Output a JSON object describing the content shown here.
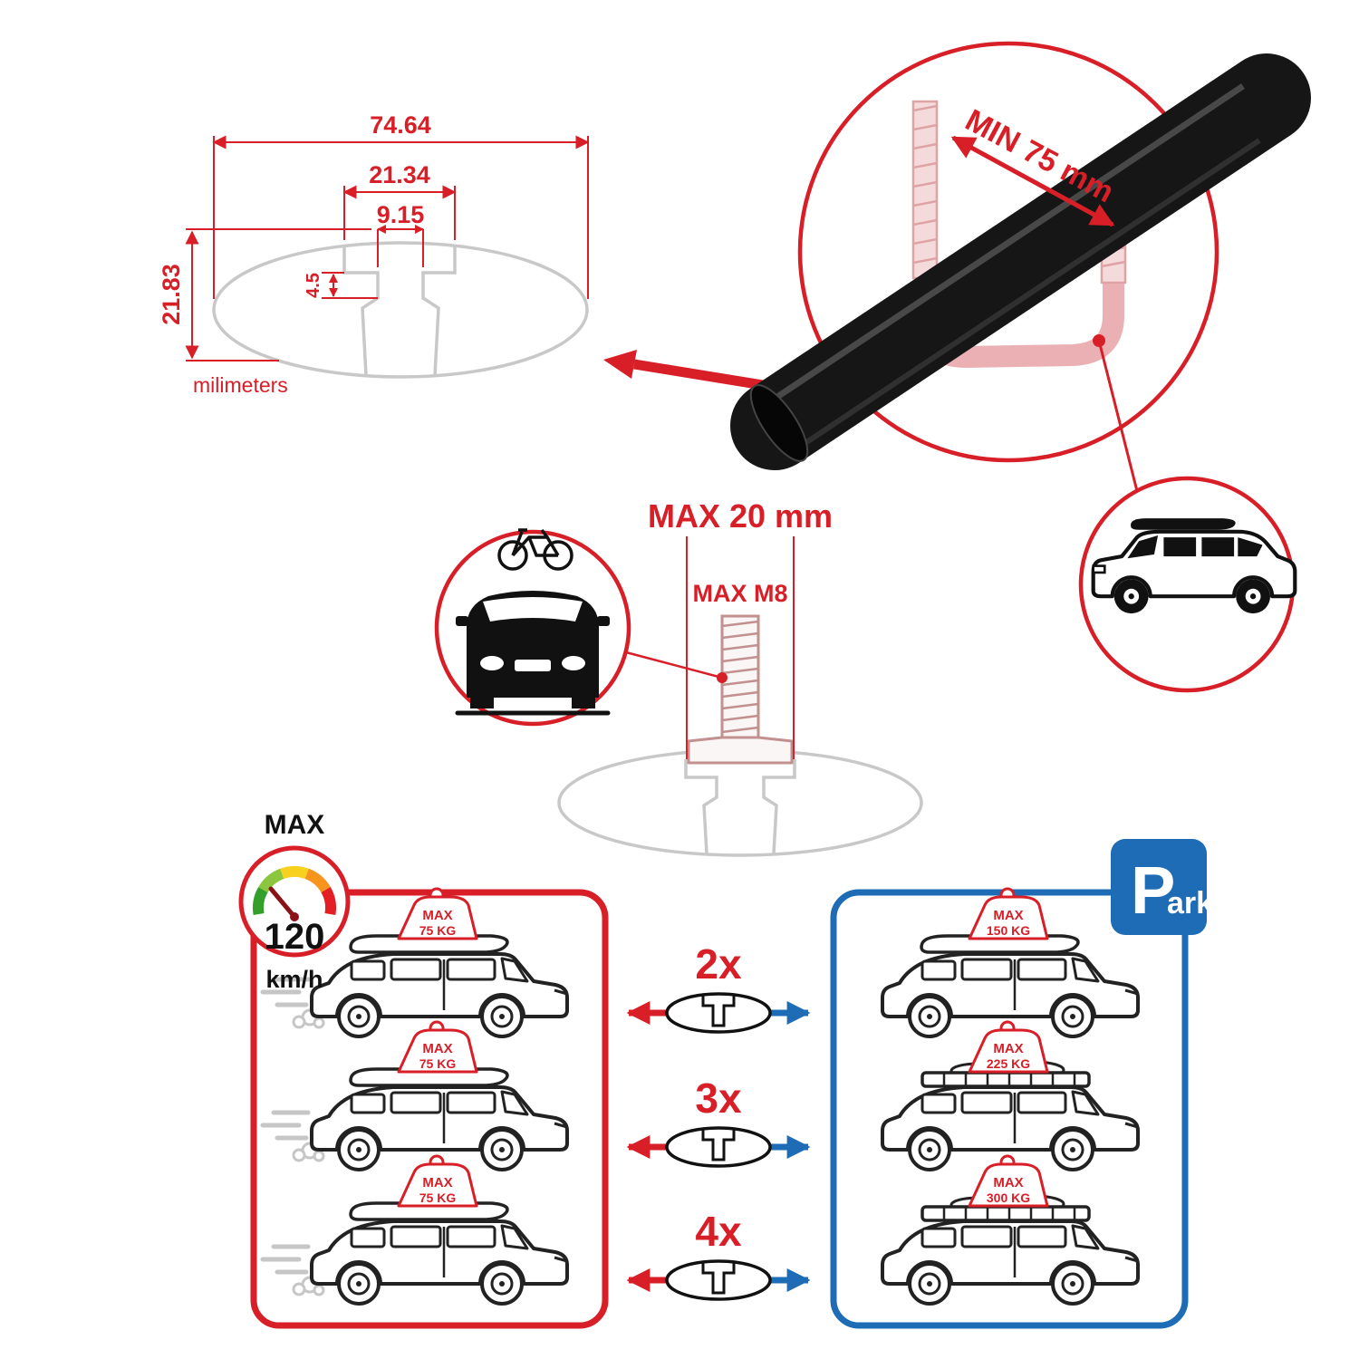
{
  "colors": {
    "red": "#d81e26",
    "blue": "#1e6cb5",
    "black": "#161616",
    "profile_gray": "#c8c8c8",
    "ubolt_pink": "#eab0b3",
    "gauge_green": "#33a02c",
    "gauge_light_green": "#8cc63e",
    "gauge_yellow": "#f8d01e",
    "gauge_orange": "#f7941e",
    "gauge_red": "#e31e24"
  },
  "dimension_diagram": {
    "total_width": "74.64",
    "slot_outer_width": "21.34",
    "slot_inner_width": "9.15",
    "lip_depth": "4.5",
    "total_height": "21.83",
    "units": "milimeters"
  },
  "crossbar_detail": {
    "min_clamp_span": "MIN 75 mm"
  },
  "bolt_detail": {
    "max_slot_width": "MAX 20 mm",
    "max_bolt_size": "MAX M8"
  },
  "speed_limit": {
    "label": "MAX",
    "value": "120",
    "unit": "km/h"
  },
  "park_sign": {
    "text_big": "P",
    "text_small": "ark"
  },
  "load_table": {
    "left_cars": [
      {
        "max_label": "MAX",
        "load": "75 KG"
      },
      {
        "max_label": "MAX",
        "load": "75 KG"
      },
      {
        "max_label": "MAX",
        "load": "75 KG"
      }
    ],
    "right_cars": [
      {
        "max_label": "MAX",
        "load": "150 KG"
      },
      {
        "max_label": "MAX",
        "load": "225 KG"
      },
      {
        "max_label": "MAX",
        "load": "300 KG"
      }
    ],
    "multipliers": [
      "2x",
      "3x",
      "4x"
    ]
  }
}
